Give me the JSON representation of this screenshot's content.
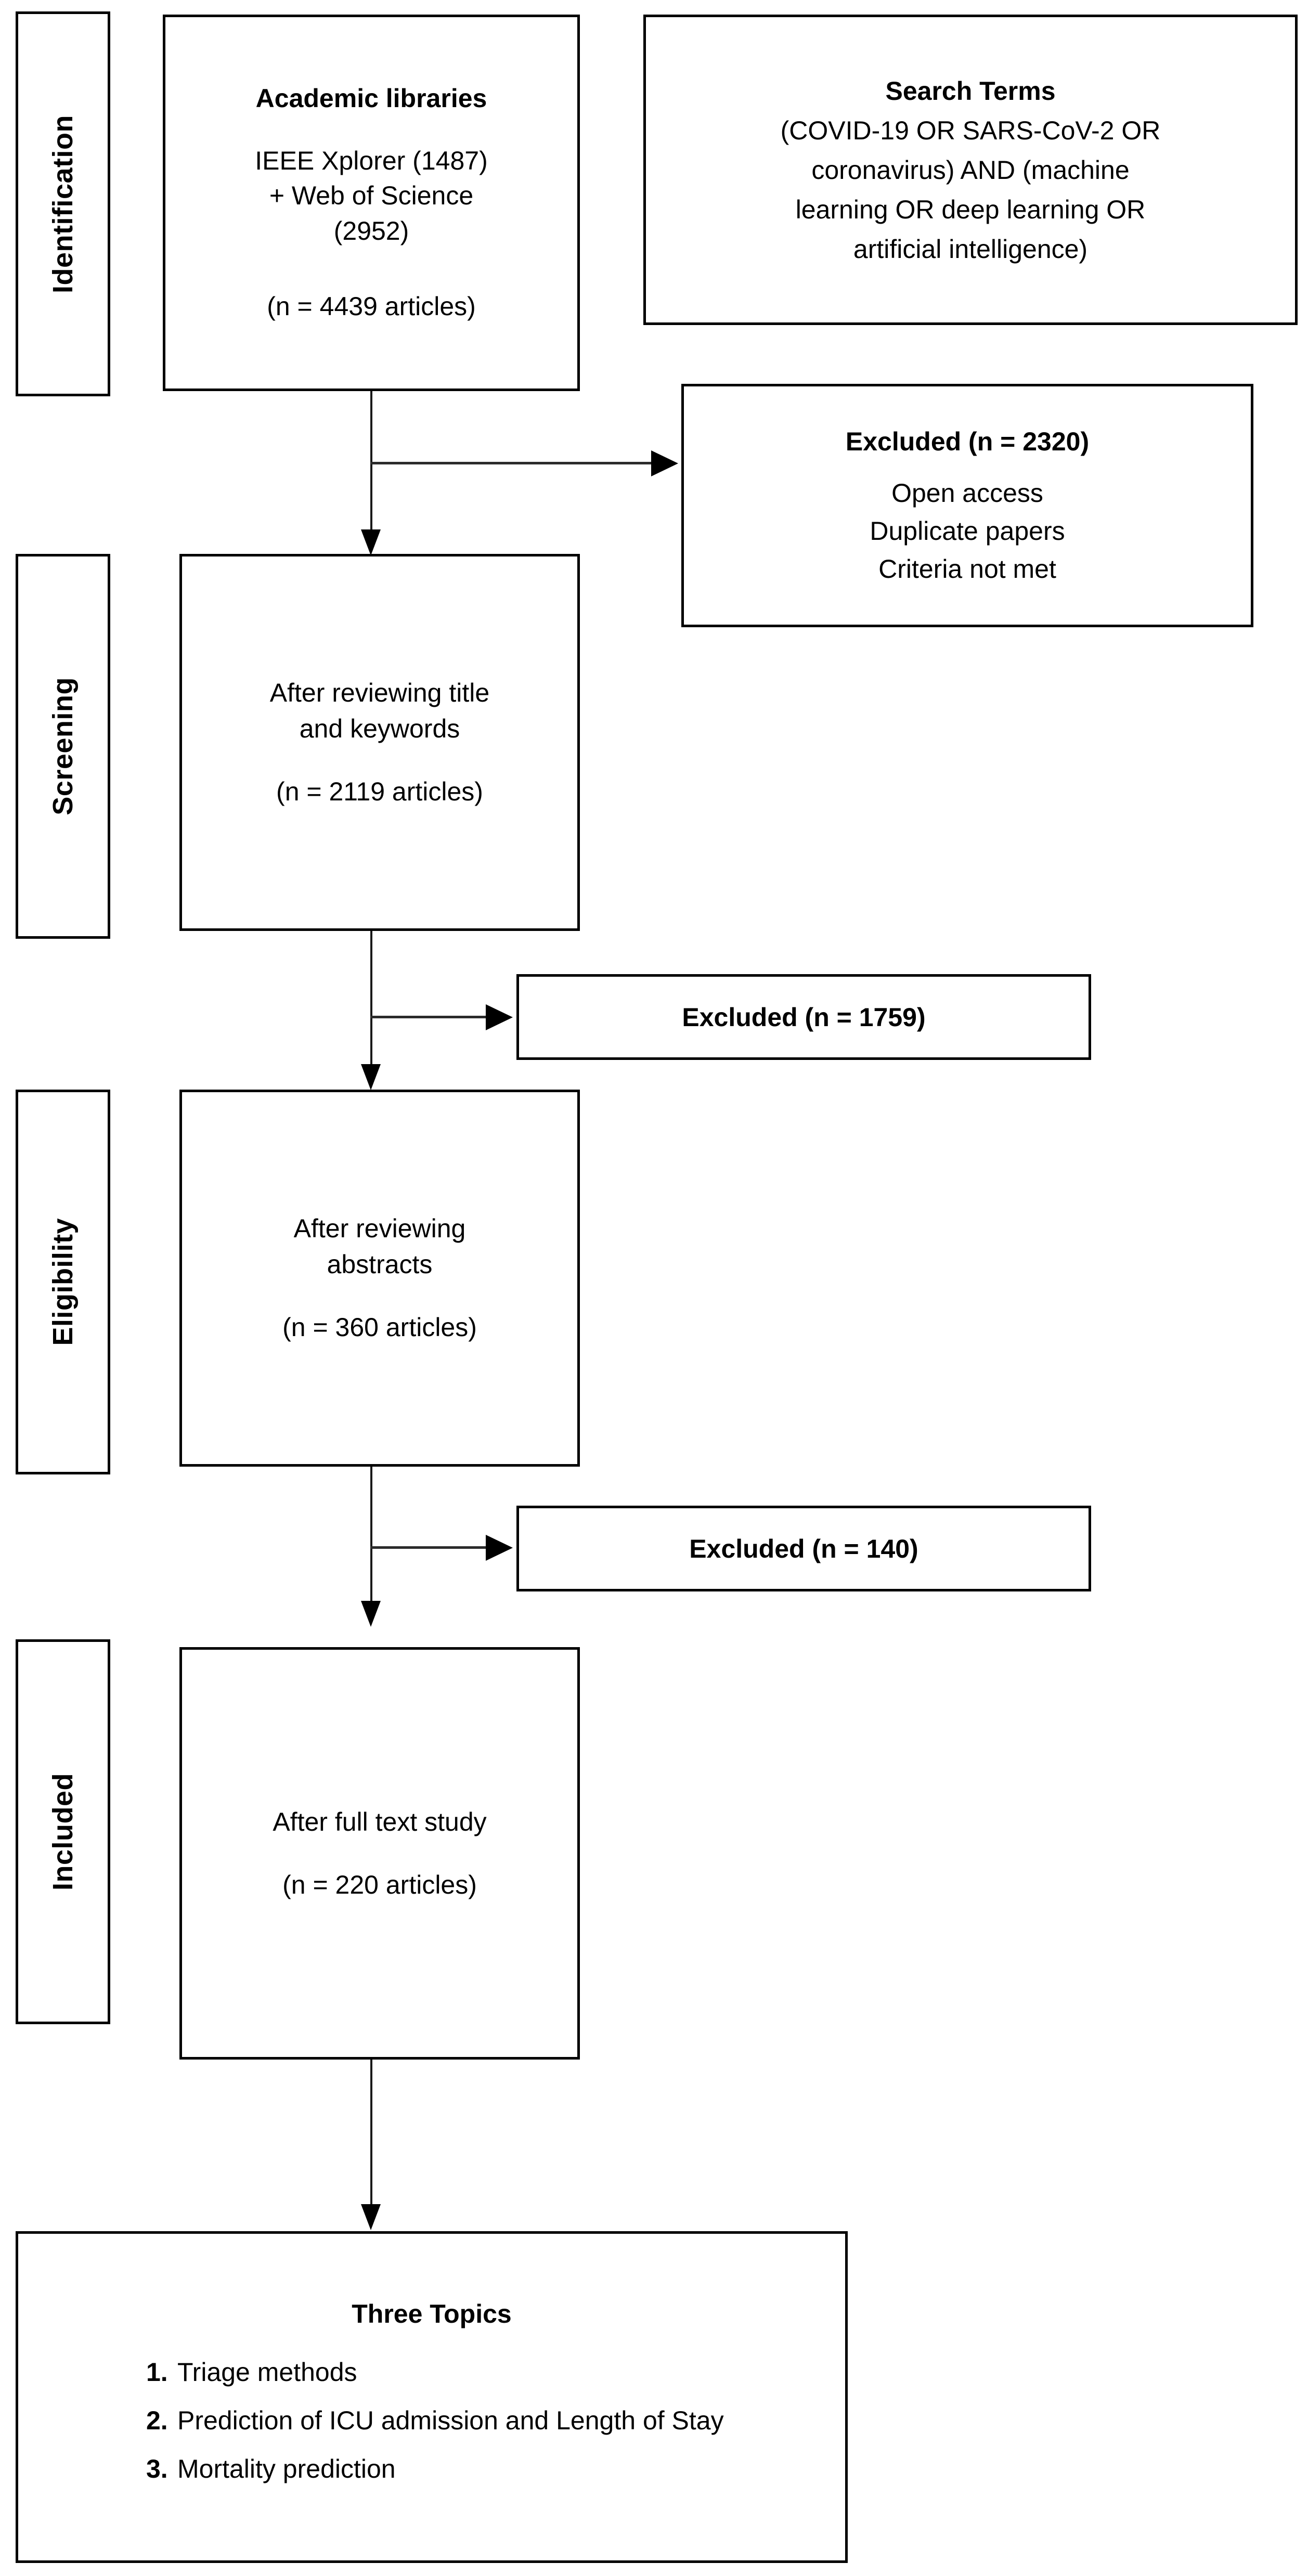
{
  "diagram": {
    "type": "prisma-flow-diagram",
    "stages": [
      {
        "id": "identification",
        "label": "Identification"
      },
      {
        "id": "screening",
        "label": "Screening"
      },
      {
        "id": "eligibility",
        "label": "Eligibility"
      },
      {
        "id": "included",
        "label": "Included"
      }
    ],
    "colors": {
      "border": "#000000",
      "background": "#ffffff",
      "text": "#000000",
      "connector": "#1a1a1a"
    }
  },
  "identification": {
    "sources_box": {
      "title": "Academic libraries",
      "line1": "IEEE Xplorer (1487)",
      "line2": "+ Web of Science",
      "line3": "(2952)",
      "count": "(n = 4439 articles)"
    },
    "search_terms_box": {
      "title": "Search Terms",
      "line1": "(COVID-19 OR SARS-CoV-2 OR",
      "line2": "coronavirus) AND (machine",
      "line3": "learning OR deep learning OR",
      "line4": "artificial intelligence)"
    }
  },
  "excluded_1": {
    "title": "Excluded (n = 2320)",
    "reasons": [
      "Open access",
      "Duplicate papers",
      "Criteria not met"
    ]
  },
  "screening": {
    "box": {
      "line1": "After reviewing title",
      "line2": "and keywords",
      "count": "(n = 2119 articles)"
    }
  },
  "excluded_2": {
    "title": "Excluded (n = 1759)"
  },
  "eligibility": {
    "box": {
      "line1": "After reviewing",
      "line2": "abstracts",
      "count": "(n = 360 articles)"
    }
  },
  "excluded_3": {
    "title": "Excluded (n = 140)"
  },
  "included": {
    "box": {
      "line1": "After full text study",
      "count": "(n = 220 articles)"
    }
  },
  "outcome": {
    "title": "Three Topics",
    "topics": [
      {
        "num": "1.",
        "text": "Triage methods"
      },
      {
        "num": "2.",
        "text": "Prediction of ICU admission and Length of Stay"
      },
      {
        "num": "3.",
        "text": "Mortality prediction"
      }
    ]
  }
}
